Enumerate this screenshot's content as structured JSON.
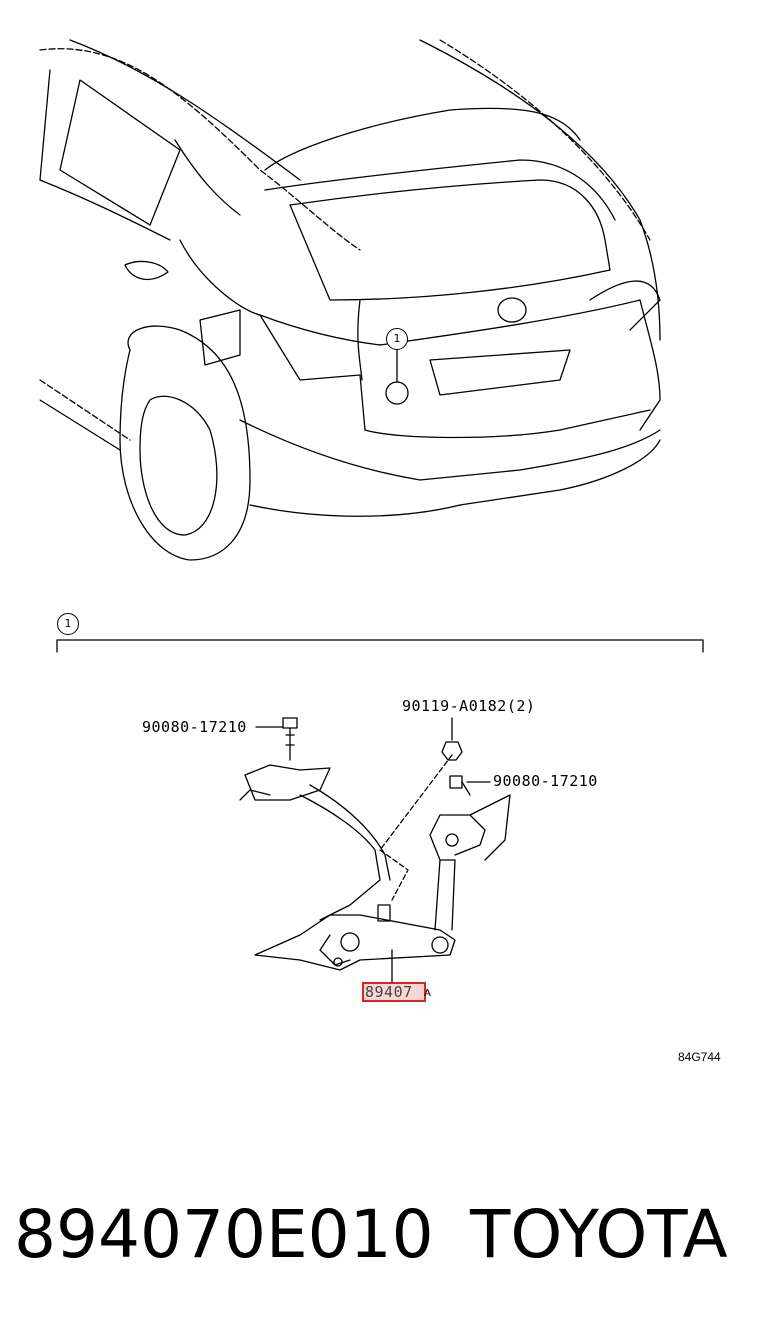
{
  "diagram": {
    "callouts": {
      "bolt_left": "90080-17210",
      "nut": "90119-A0182(2)",
      "bolt_right": "90080-17210",
      "sensor_part": "89407",
      "sensor_suffix": "A"
    },
    "circle_marker": "1",
    "reference_code": "84G744"
  },
  "footer": {
    "part_number": "894070E010",
    "brand": "TOYOTA"
  }
}
